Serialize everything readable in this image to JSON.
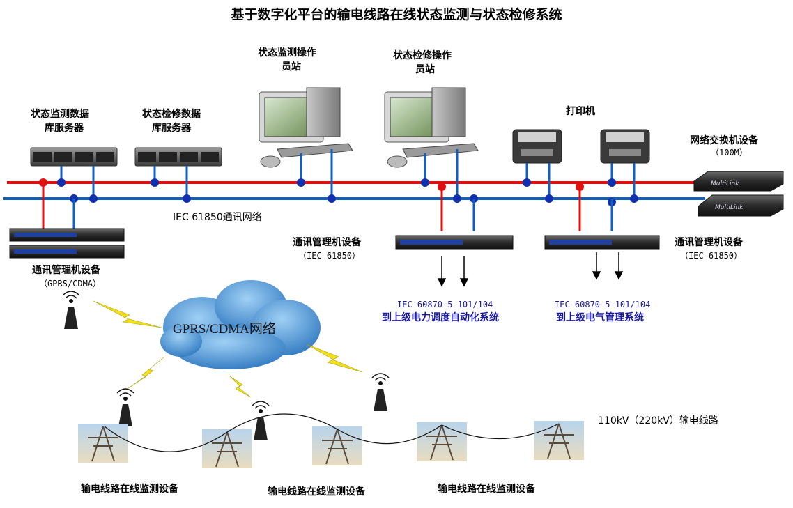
{
  "title": "基于数字化平台的输电线路在线状态监测与状态检修系统",
  "labels": {
    "monitor_db_server_l1": "状态监测数据",
    "monitor_db_server_l2": "库服务器",
    "repair_db_server_l1": "状态检修数据",
    "repair_db_server_l2": "库服务器",
    "monitor_station_l1": "状态监测操作",
    "monitor_station_l2": "员站",
    "repair_station_l1": "状态检修操作",
    "repair_station_l2": "员站",
    "printer": "打印机",
    "switch": "网络交换机设备",
    "switch_speed": "（100M）",
    "network": "IEC 61850通讯网络",
    "comm_gprs": "通讯管理机设备",
    "comm_gprs_proto": "（GPRS/CDMA）",
    "comm_mid": "通讯管理机设备",
    "comm_mid_proto": "（IEC 61850）",
    "comm_right": "通讯管理机设备",
    "comm_right_proto": "（IEC 61850）",
    "proto_mid": "IEC-60870-5-101/104",
    "dest_mid": "到上级电力调度自动化系统",
    "proto_right": "IEC-60870-5-101/104",
    "dest_right": "到上级电气管理系统",
    "cloud": "GPRS/CDMA网络",
    "line_label": "110kV（220kV）输电线路",
    "device_1": "输电线路在线监测设备",
    "device_2": "输电线路在线监测设备",
    "device_3": "输电线路在线监测设备",
    "switch_brand": "MultiLink"
  },
  "colors": {
    "red_bus": "#e01010",
    "blue_bus": "#1060c0",
    "node_blue": "#1030b0",
    "node_red": "#e01010",
    "cloud": "#4a90d0",
    "lightning": "#f0e020"
  }
}
